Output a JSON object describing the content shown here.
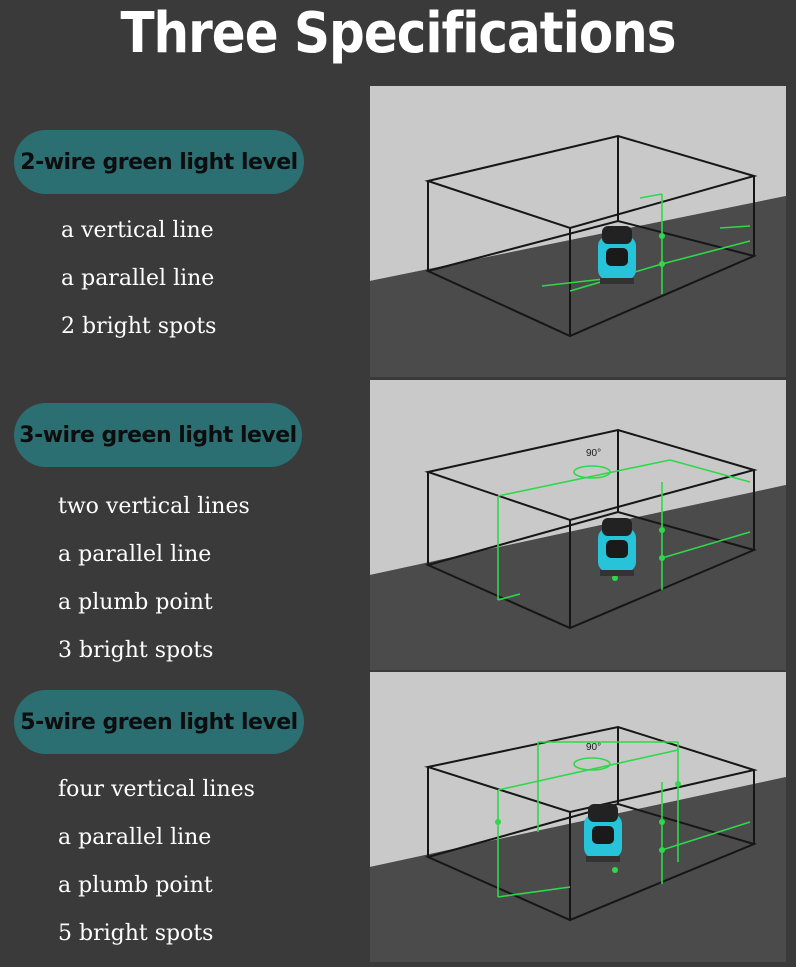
{
  "title": "Three Specifications",
  "specs": [
    {
      "name": "2-wire green light level",
      "features": [
        "a vertical line",
        "a parallel line",
        "2 bright spots"
      ]
    },
    {
      "name": "3-wire green light level",
      "features": [
        "two vertical lines",
        "a parallel line",
        "a plumb point",
        "3 bright spots"
      ]
    },
    {
      "name": "5-wire green light level",
      "features": [
        "four vertical lines",
        "a parallel line",
        "a plumb point",
        "5 bright spots"
      ]
    }
  ],
  "diagram_labels": {
    "angle_3_wire": "90°",
    "angle_5_wire": "90°"
  },
  "colors": {
    "background": "#3a3a3a",
    "pill": "#2b6f73",
    "laser_green": "#2fd84a",
    "device_cyan": "#27c3d8"
  }
}
